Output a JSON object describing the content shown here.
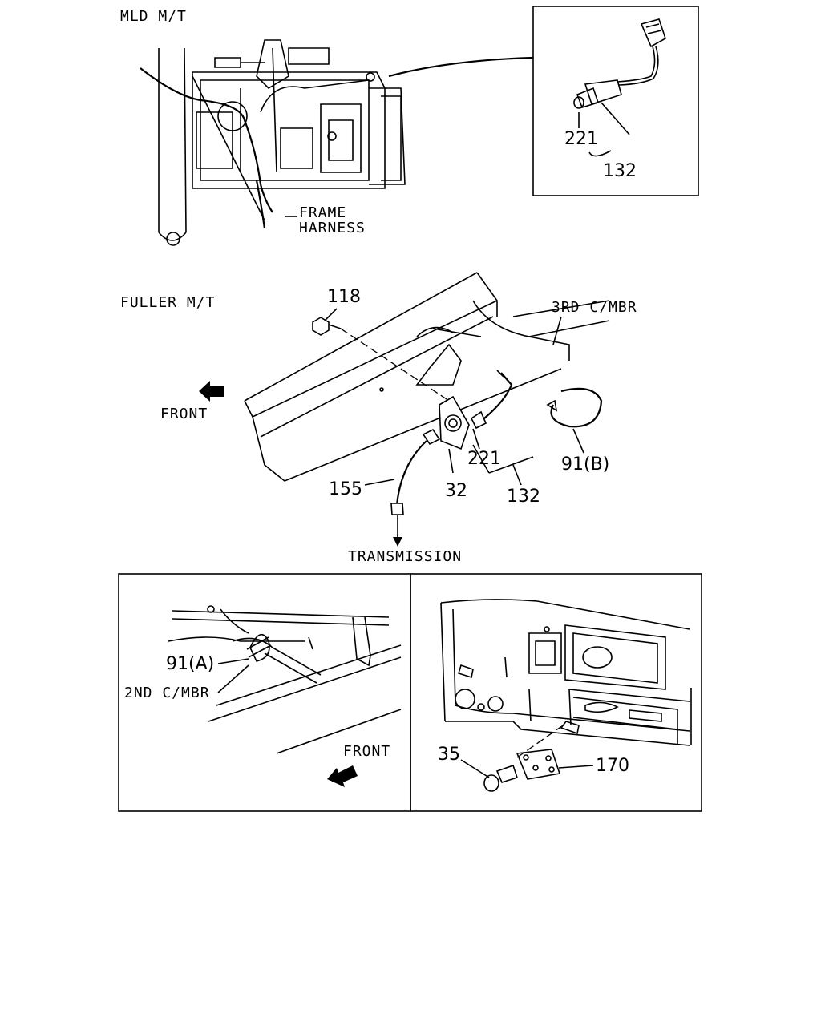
{
  "sections": {
    "mld": {
      "title": "MLD M/T",
      "frame_harness_line1": "FRAME",
      "frame_harness_line2": "HARNESS",
      "inset_221": "221",
      "inset_132": "132"
    },
    "fuller": {
      "title": "FULLER M/T",
      "p118": "118",
      "third_cmbr": "3RD C/MBR",
      "front": "FRONT",
      "p221": "221",
      "p91b": "91(B)",
      "p155": "155",
      "p32": "32",
      "p132": "132",
      "transmission": "TRANSMISSION"
    },
    "bottom_left": {
      "p91a": "91(A)",
      "second_cmbr": "2ND C/MBR",
      "front": "FRONT"
    },
    "bottom_right": {
      "p35": "35",
      "p170": "170"
    }
  }
}
